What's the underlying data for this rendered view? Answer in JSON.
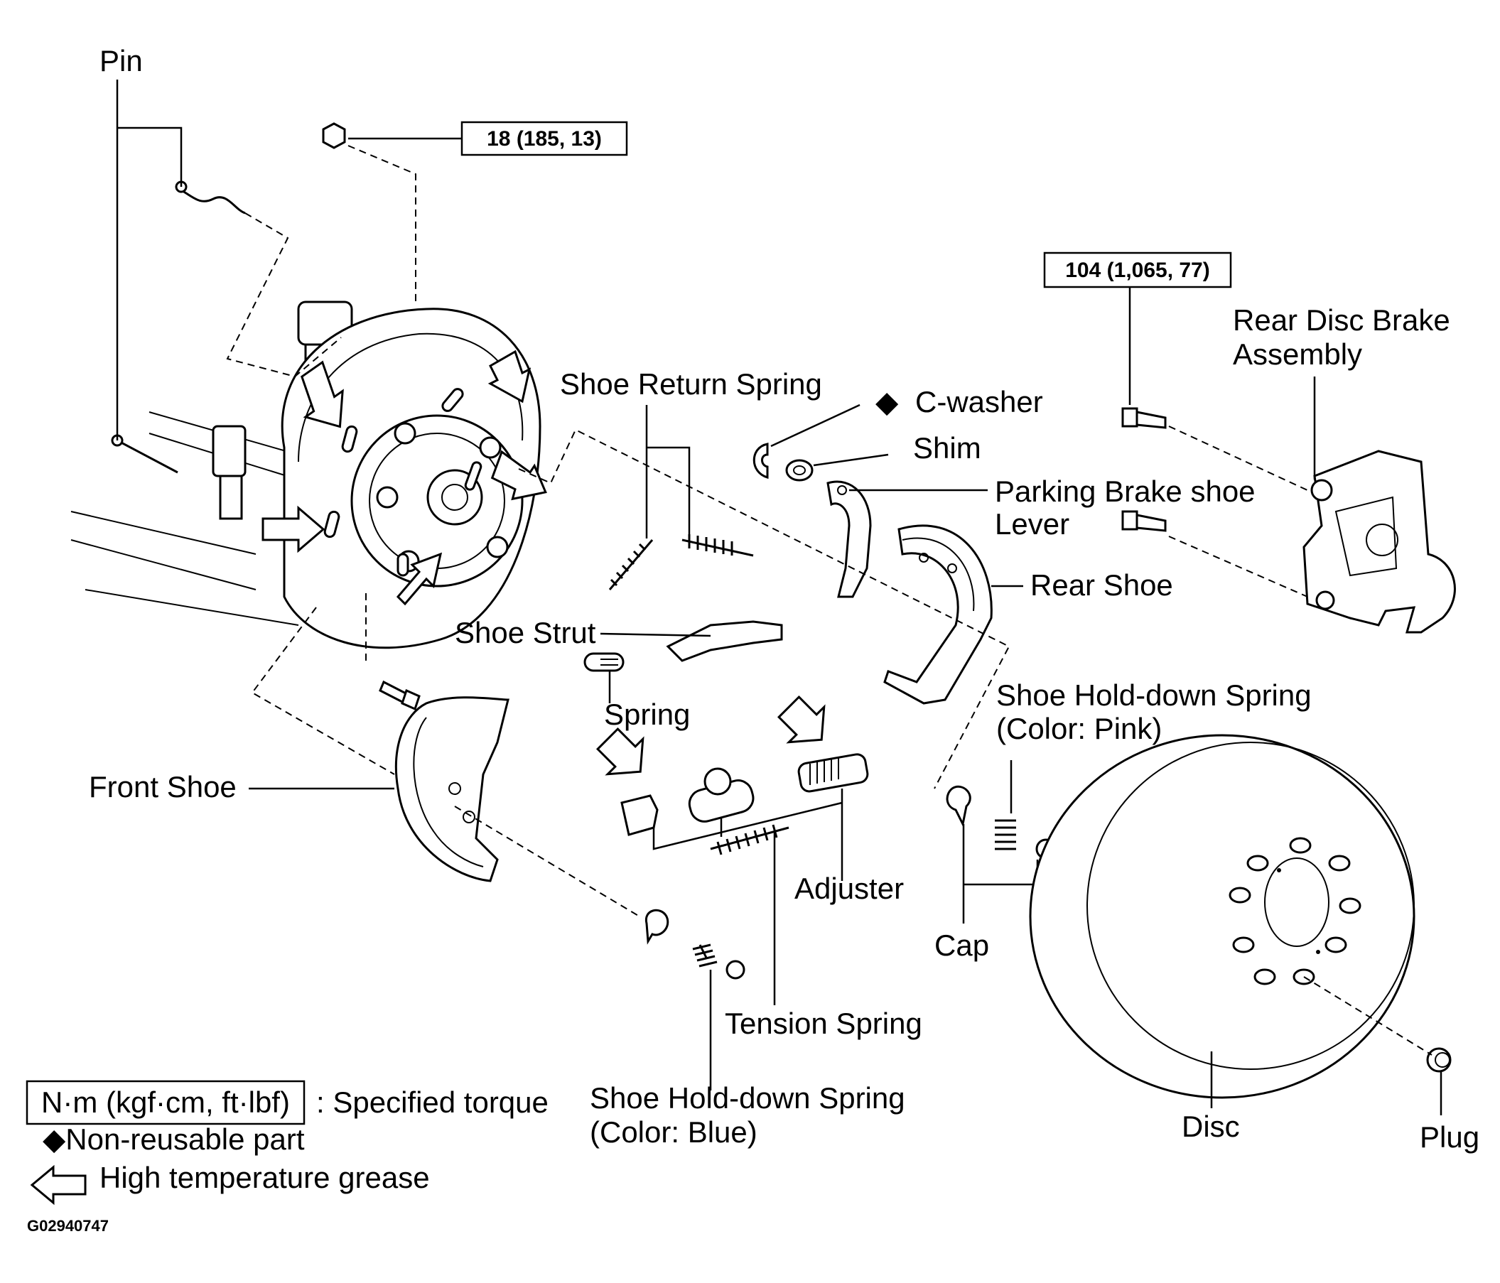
{
  "labels": {
    "pin": "Pin",
    "torque_nut": "18 (185, 13)",
    "torque_caliper": "104 (1,065, 77)",
    "rear_disc_brake_line1": "Rear Disc Brake",
    "rear_disc_brake_line2": "Assembly",
    "shoe_return_spring": "Shoe Return Spring",
    "c_washer": "C-washer",
    "shim": "Shim",
    "parking_lever_line1": "Parking Brake shoe",
    "parking_lever_line2": "Lever",
    "rear_shoe": "Rear Shoe",
    "shoe_strut": "Shoe Strut",
    "spring": "Spring",
    "holddown_pink_line1": "Shoe Hold-down Spring",
    "holddown_pink_line2": "(Color: Pink)",
    "front_shoe": "Front Shoe",
    "adjuster": "Adjuster",
    "cap": "Cap",
    "tension_spring": "Tension Spring",
    "holddown_blue_line1": "Shoe Hold-down Spring",
    "holddown_blue_line2": "(Color: Blue)",
    "disc": "Disc",
    "plug": "Plug"
  },
  "legend": {
    "torque_units": "N·m (kgf·cm, ft·lbf)",
    "torque_desc": ": Specified torque",
    "nonreusable": "◆Non-reusable  part",
    "grease": "High temperature grease"
  },
  "diamond_symbol": "◆",
  "figure_code": "G02940747",
  "colors": {
    "line": "#000000",
    "background": "#ffffff"
  }
}
